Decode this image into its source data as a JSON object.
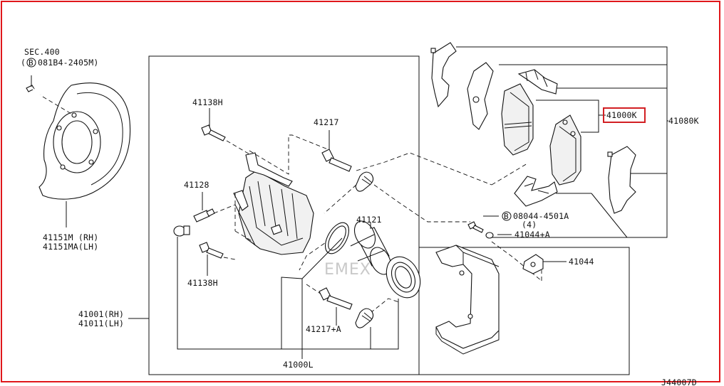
{
  "colors": {
    "frame": "#e0171b",
    "highlight": "#d21f23",
    "ink": "#111111",
    "watermark": "#c9c9c9"
  },
  "labels": {
    "sec": "SEC.400",
    "sec_ref_prefix": "(",
    "sec_ref_circle": "B",
    "sec_ref_num": "081B4-2405M)",
    "p41138h_top": "41138H",
    "p41217": "41217",
    "p41128": "41128",
    "p41121": "41121",
    "p41138h_bottom": "41138H",
    "p41217a": "41217+A",
    "p41000l": "41000L",
    "p41001": "41001(RH)",
    "p41011": "41011(LH)",
    "p41151m": "41151M (RH)",
    "p41151ma": "41151MA(LH)",
    "p41000k": "41000K",
    "p41080k": "41080K",
    "bolt_circle": "B",
    "bolt_num": "08044-4501A",
    "bolt_qty": "(4)",
    "p41044a": "41044+A",
    "p41044": "41044",
    "diagram_id": "J44007D"
  },
  "watermark": "EMEX"
}
